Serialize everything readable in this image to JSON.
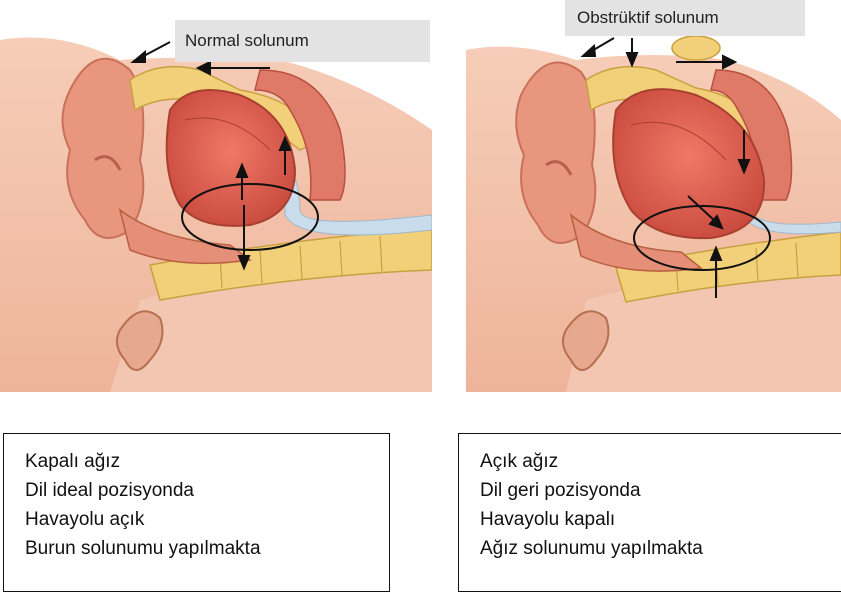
{
  "left": {
    "title": "Normal solunum",
    "caption_lines": [
      "Kapalı ağız",
      "Dil ideal pozisyonda",
      "Havayolu açık",
      "Burun solunumu yapılmakta"
    ]
  },
  "right": {
    "title": "Obstrüktif  solunum",
    "caption_lines": [
      "Açık ağız",
      "Dil geri pozisyonda",
      "Havayolu kapalı",
      "Ağız solunumu yapılmakta"
    ]
  },
  "colors": {
    "skin": "#f3c0a8",
    "muscle": "#d8584a",
    "bone": "#f2d07a",
    "airway": "#c9dceb",
    "outline": "#111111",
    "title_bg": "#e3e3e3"
  }
}
